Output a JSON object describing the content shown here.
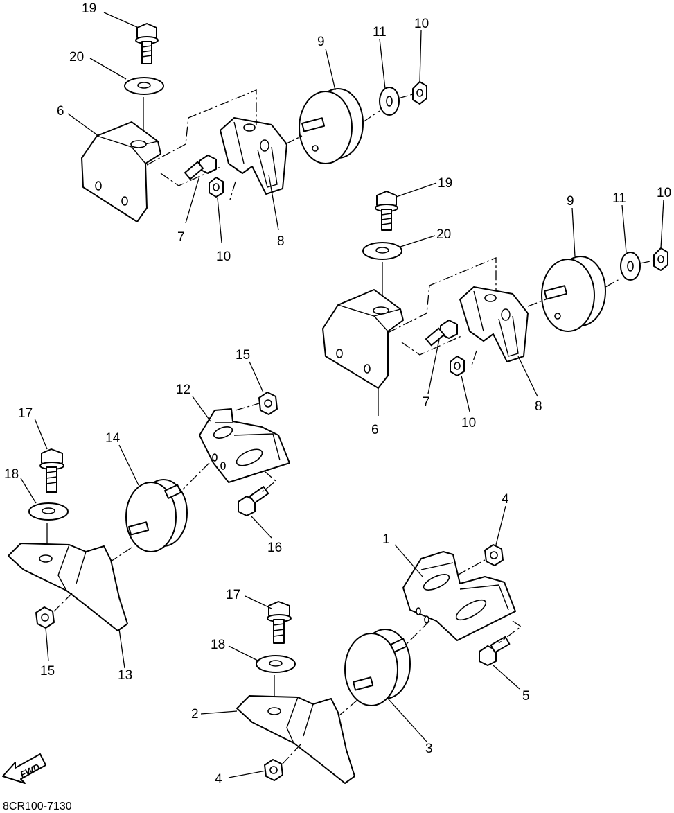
{
  "diagram_code": "8CR100-7130",
  "fwd_label": "FWD",
  "callouts": {
    "a_19": "19",
    "a_20": "20",
    "a_6": "6",
    "a_7": "7",
    "a_10": "10",
    "a_8": "8",
    "a_9": "9",
    "a_11": "11",
    "a_10b": "10",
    "b_19": "19",
    "b_20": "20",
    "b_9": "9",
    "b_11": "11",
    "b_10": "10",
    "b_6": "6",
    "b_7": "7",
    "b_10b": "10",
    "b_8": "8",
    "c_15": "15",
    "c_12": "12",
    "c_17": "17",
    "c_14": "14",
    "c_18": "18",
    "c_16": "16",
    "c_15b": "15",
    "c_13": "13",
    "d_4": "4",
    "d_1": "1",
    "d_17": "17",
    "d_18": "18",
    "d_2": "2",
    "d_5": "5",
    "d_3": "3",
    "d_4b": "4"
  }
}
